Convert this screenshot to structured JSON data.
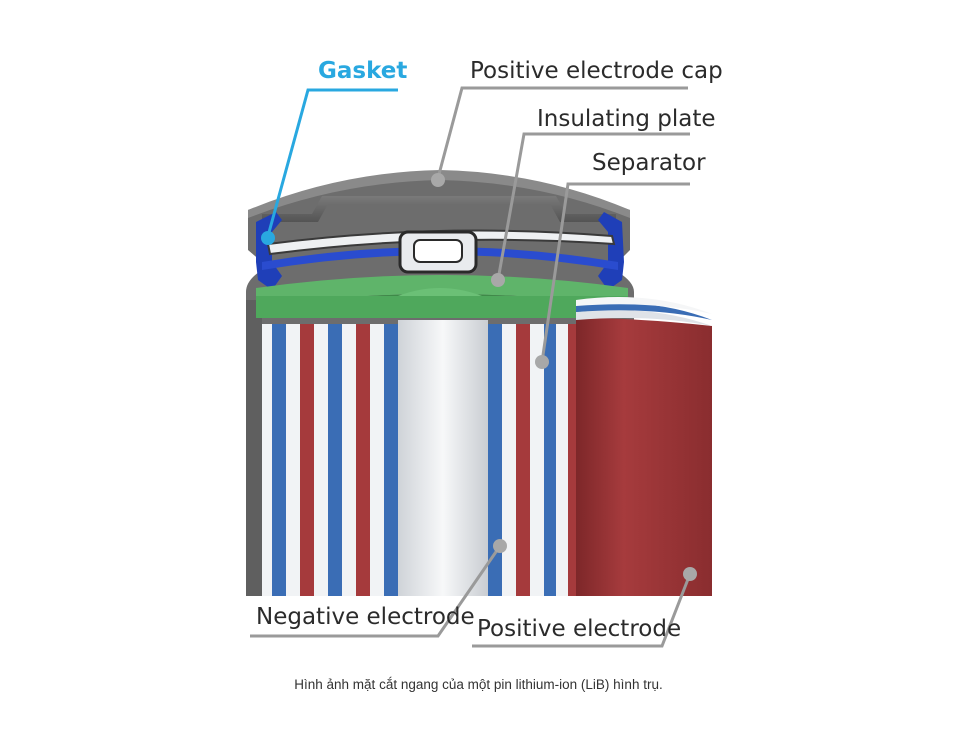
{
  "labels": {
    "gasket": "Gasket",
    "positive_electrode_cap": "Positive electrode cap",
    "insulating_plate": "Insulating plate",
    "separator": "Separator",
    "negative_electrode": "Negative electrode",
    "positive_electrode": "Positive electrode"
  },
  "caption": "Hình ảnh mặt cắt ngang của một pin lithium-ion (LiB) hình trụ.",
  "colors": {
    "gasket_accent": "#29a8e0",
    "gasket_blue": "#1f3fb8",
    "insulating_green": "#4fa85c",
    "negative_blue": "#3a6db5",
    "positive_red": "#a53a3c",
    "separator_white": "#f1f3f5",
    "casing_gray": "#6b6b6b",
    "leader_gray": "#9a9a9a"
  }
}
